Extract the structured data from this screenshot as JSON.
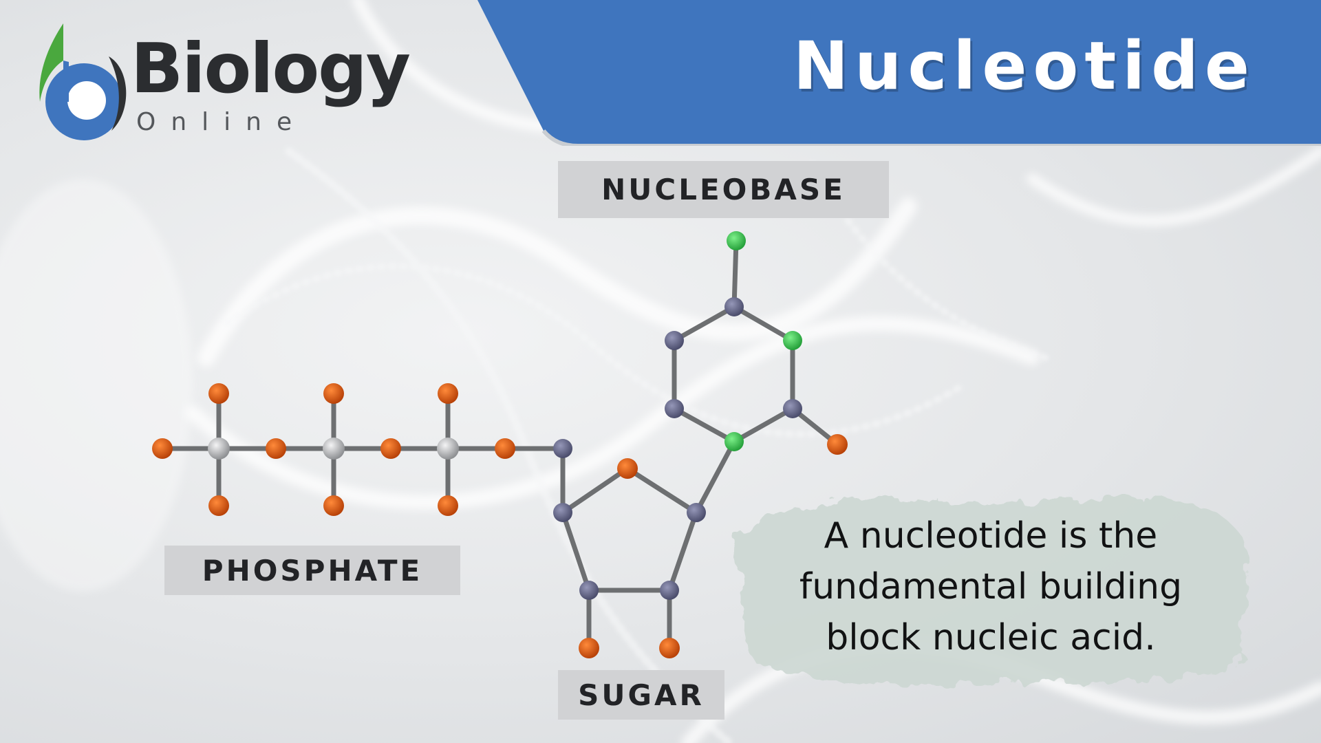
{
  "page": {
    "title": "Nucleotide"
  },
  "logo": {
    "word": "Biology",
    "sub": "Online",
    "icon": "biology-online-leaf-b-icon"
  },
  "colors": {
    "banner": "#3f75be",
    "background": "#e4e6e8",
    "label_background": "#d1d2d4",
    "caption_blob": "#cdd8d3",
    "atom_orange": "#cc4e10",
    "atom_grey_slate": "#5f6181",
    "atom_green": "#3fbf52",
    "atom_silver": "#b9babc",
    "bond": "#6d6f71"
  },
  "labels": {
    "nucleobase": "NUCLEOBASE",
    "phosphate": "PHOSPHATE",
    "sugar": "SUGAR"
  },
  "caption": {
    "line1": "A nucleotide is the",
    "line2": "fundamental building",
    "line3": "block nucleic acid."
  }
}
